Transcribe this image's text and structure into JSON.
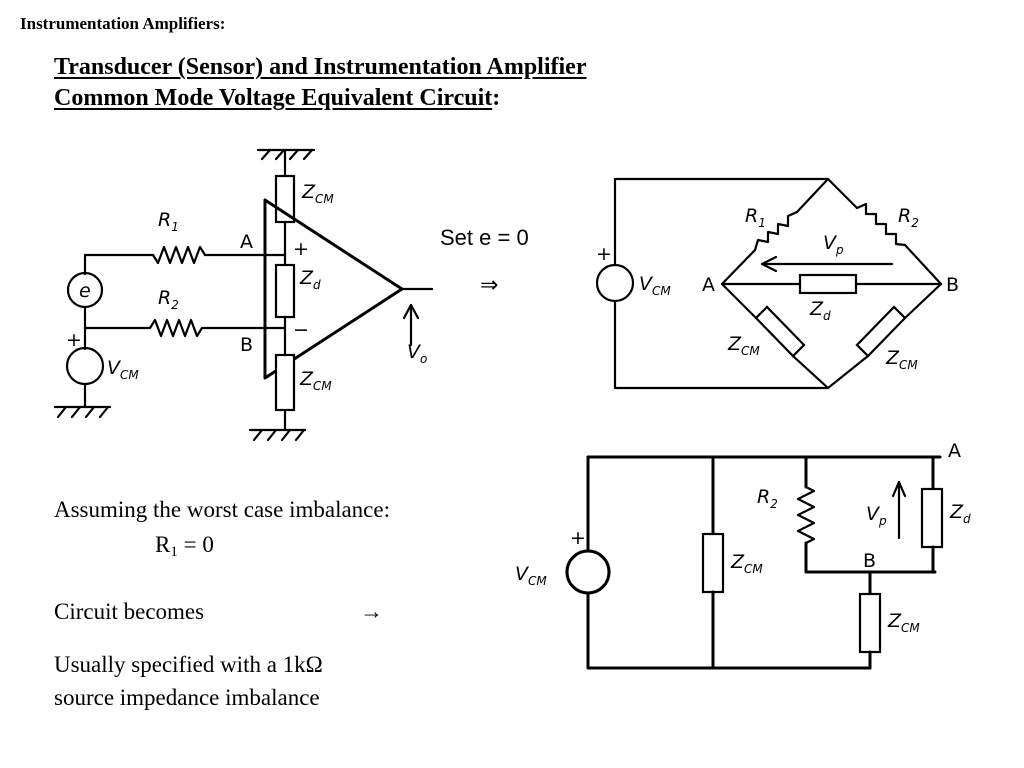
{
  "header": "Instrumentation Amplifiers:",
  "title": {
    "line1": "Transducer (Sensor) and Instrumentation Amplifier",
    "line2": "Common Mode Voltage Equivalent Circuit",
    "line2_suffix": ":"
  },
  "diagram_labels": {
    "set_e": "Set e = 0",
    "implies": "⇒",
    "r1": "R",
    "r1_sub": "1",
    "r2": "R",
    "r2_sub": "2",
    "e": "e",
    "vcm": "V",
    "cm_sub": "CM",
    "zcm": "Z",
    "zd": "Z",
    "d_sub": "d",
    "vo": "V",
    "o_sub": "o",
    "vp": "V",
    "p_sub": "p",
    "node_a": "A",
    "node_b": "B",
    "plus": "+",
    "minus": "−"
  },
  "text": {
    "worst_case": "Assuming the worst case imbalance:",
    "r1_eq_main": "R",
    "r1_eq_sub": "1",
    "r1_eq_rest": " = 0",
    "circuit_becomes": "Circuit becomes",
    "arrow": "→",
    "usually_line1": "Usually specified with a 1kΩ",
    "usually_line2": "source impedance imbalance"
  }
}
